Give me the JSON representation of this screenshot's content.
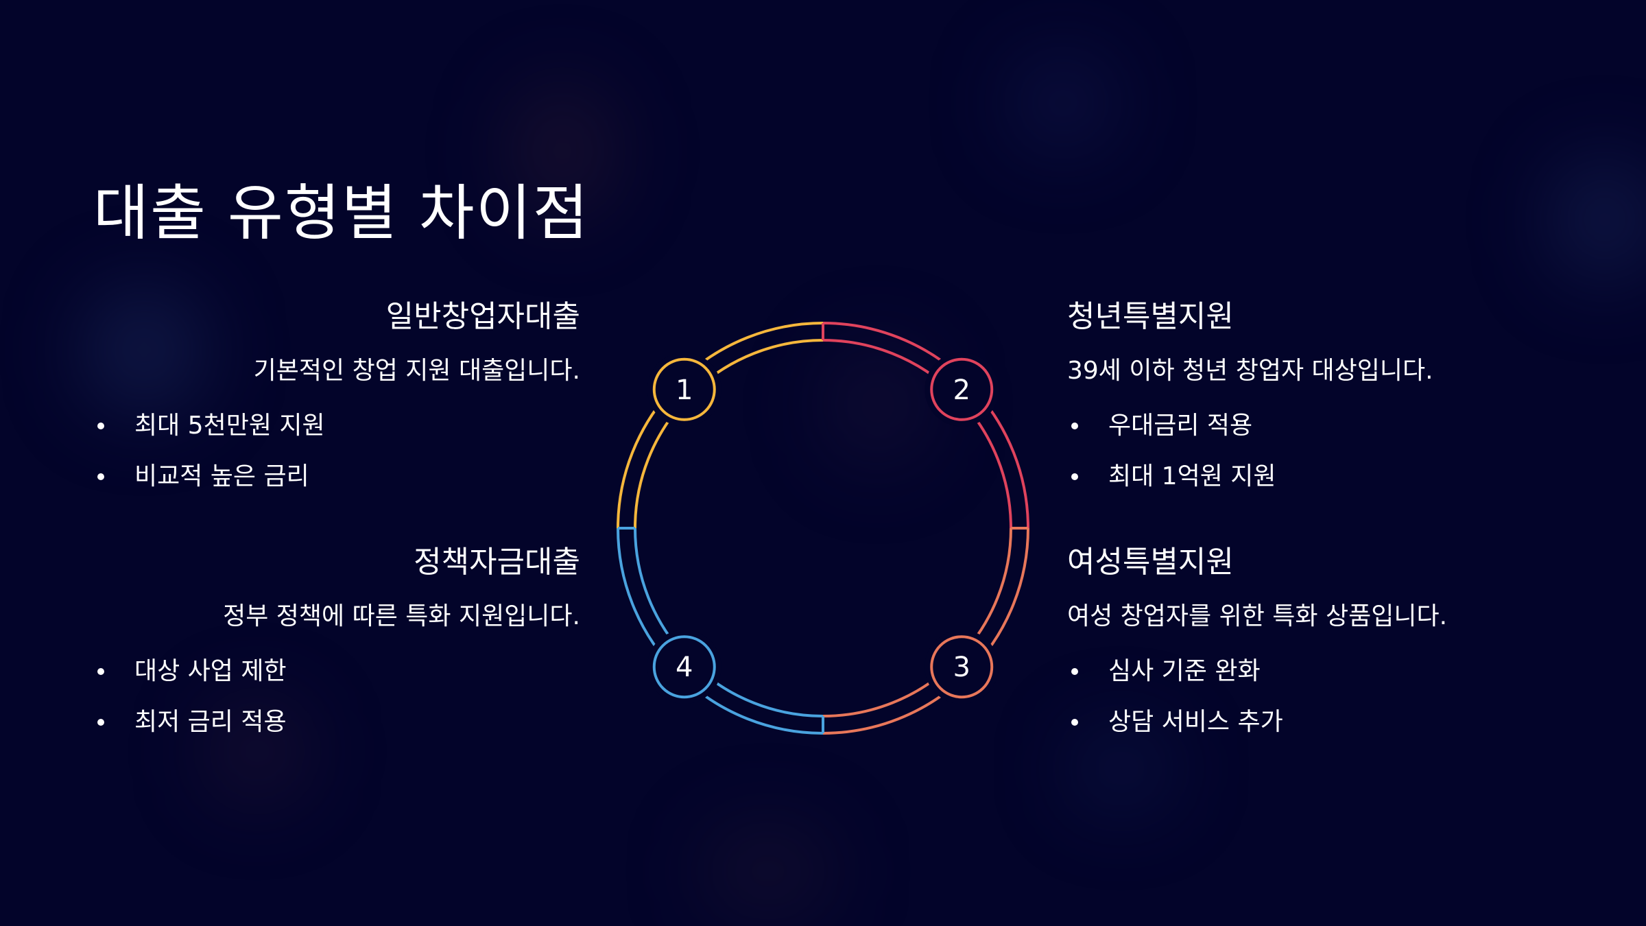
{
  "title": "대출 유형별 차이점",
  "colors": {
    "background": "#03042a",
    "step1": "#f6b73c",
    "step2": "#e0435d",
    "step3": "#e8775a",
    "step4": "#4aa3df",
    "text": "#ffffff"
  },
  "steps": [
    {
      "number": "1",
      "color": "#f6b73c"
    },
    {
      "number": "2",
      "color": "#e0435d"
    },
    {
      "number": "3",
      "color": "#e8775a"
    },
    {
      "number": "4",
      "color": "#4aa3df"
    }
  ],
  "blocks": {
    "general": {
      "title": "일반창업자대출",
      "desc": "기본적인 창업 지원 대출입니다.",
      "items": [
        "최대 5천만원 지원",
        "비교적 높은 금리"
      ]
    },
    "youth": {
      "title": "청년특별지원",
      "desc": "39세 이하 청년 창업자 대상입니다.",
      "items": [
        "우대금리 적용",
        "최대 1억원 지원"
      ]
    },
    "policy": {
      "title": "정책자금대출",
      "desc": "정부 정책에 따른 특화 지원입니다.",
      "items": [
        "대상 사업 제한",
        "최저 금리 적용"
      ]
    },
    "women": {
      "title": "여성특별지원",
      "desc": "여성 창업자를 위한 특화 상품입니다.",
      "items": [
        "심사 기준 완화",
        "상담 서비스 추가"
      ]
    }
  }
}
